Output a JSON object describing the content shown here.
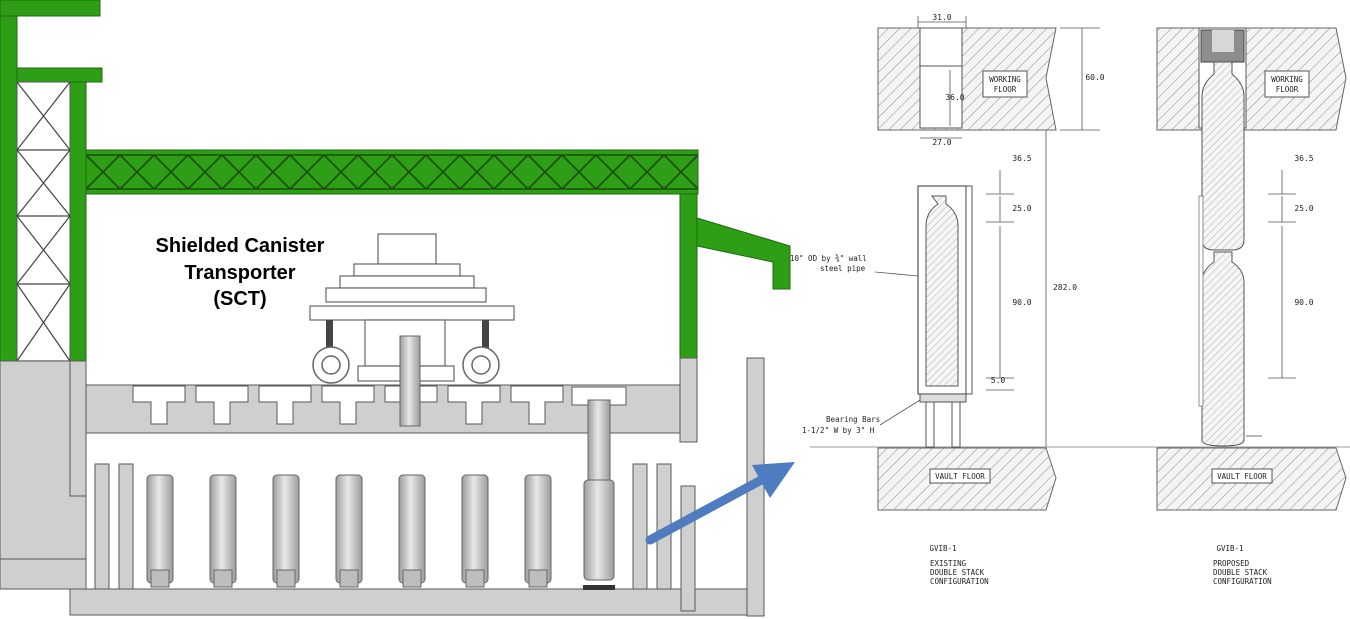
{
  "colors": {
    "structure_green": "#2e9e17",
    "concrete_gray": "#cfcfcf",
    "outline": "#5a5a5a",
    "arrow_blue": "#4f7cc0"
  },
  "left_diagram": {
    "label_line1": "Shielded Canister",
    "label_line2": "Transporter",
    "label_line3": "(SCT)"
  },
  "right_diagram": {
    "existing": {
      "bore_top_dim": "31.0",
      "bore_depth_dim": "36.0",
      "bore_width_dim": "27.0",
      "working_floor_line1": "WORKING",
      "working_floor_line2": "FLOOR",
      "floor_thickness_dim": "60.0",
      "gap_dim": "36.5",
      "canister_head_dim": "25.0",
      "canister_body_dim": "90.0",
      "overall_dim": "282.0",
      "small_dim": "5.0",
      "pipe_note_line1": "10\" OD by ⅜\" wall",
      "pipe_note_line2": "steel pipe",
      "bearing_note_line1": "Bearing Bars",
      "bearing_note_line2": "1-1/2\" W by 3\" H",
      "vault_floor": "VAULT FLOOR",
      "caption_id": "GVIB-1",
      "caption_line1": "EXISTING",
      "caption_line2": "DOUBLE STACK",
      "caption_line3": "CONFIGURATION"
    },
    "proposed": {
      "working_floor_line1": "WORKING",
      "working_floor_line2": "FLOOR",
      "gap_dim": "36.5",
      "canister_head_dim": "25.0",
      "canister_body_dim": "90.0",
      "vault_floor": "VAULT FLOOR",
      "caption_id": "GVIB-1",
      "caption_line1": "PROPOSED",
      "caption_line2": "DOUBLE STACK",
      "caption_line3": "CONFIGURATION"
    }
  }
}
